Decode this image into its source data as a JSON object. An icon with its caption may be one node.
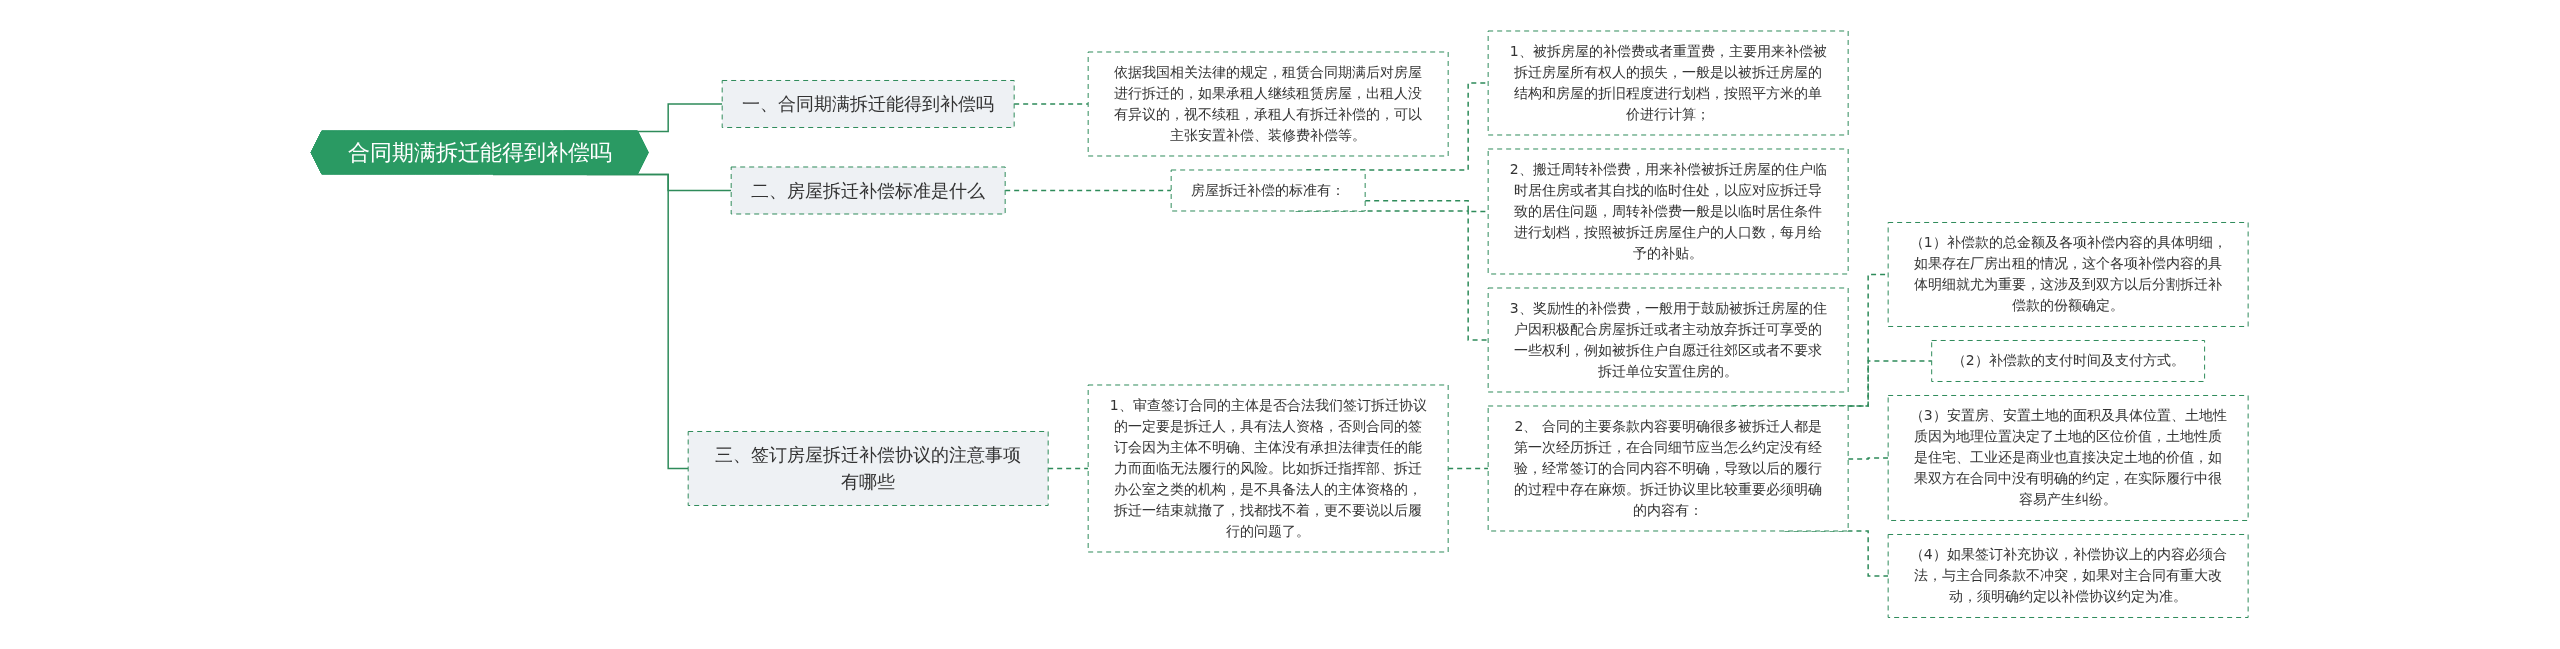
{
  "diagram": {
    "nodes": [
      {
        "text": [
          "合同期满拆迁能得到补偿吗"
        ]
      },
      {
        "text": [
          "一、合同期满拆迁能得到补偿吗"
        ]
      },
      {
        "text": [
          "依据我国相关法律的规定，租赁合同期满后对房屋进行拆迁的，如果承租人继续租赁房屋，出租人没有异议的，视不续租，承租人有拆迁补偿的，可以主张安置补偿、装修费补偿等。"
        ]
      },
      {
        "text": [
          "二、房屋拆迁补偿标准是什么"
        ]
      },
      {
        "text": [
          "房屋拆迁补偿的标准有："
        ]
      },
      {
        "text": [
          "1、被拆房屋的补偿费或者重置费，主要用来补偿被拆迁房屋所有权人的损失，一般是以被拆迁房屋的结构和房屋的折旧程度进行划档，按照平方米的单价进行计算；"
        ]
      },
      {
        "text": [
          "2、搬迁周转补偿费，用来补偿被拆迁房屋的住户临时居住房或者其自找的临时住处，以应对应拆迁导致的居住问题，周转补偿费一般是以临时居住条件进行划档，按照被拆迁房屋住户的人口数，每月给予的补贴。"
        ]
      },
      {
        "text": [
          "3、奖励性的补偿费，一般用于鼓励被拆迁房屋的住户因积极配合房屋拆迁或者主动放弃拆迁可享受的一些权利，例如被拆住户自愿迁往郊区或者不要求拆迁单位安置住房的。"
        ]
      },
      {
        "text": [
          "三、签订房屋拆迁补偿协议的注意事项有哪些"
        ]
      },
      {
        "text": [
          "1、审查签订合同的主体是否合法我们签订拆迁协议的一定要是拆迁人，具有法人资格，否则合同的签订会因为主体不明确、主体没有承担法律责任的能力而面临无法履行的风险。比如拆迁指挥部、拆迁办公室之类的机构，是不具备法人的主体资格的，拆迁一结束就撤了，找都找不着，更不要说以后履行的问题了。"
        ]
      },
      {
        "text": [
          "2、 合同的主要条款内容要明确很多被拆迁人都是第一次经历拆迁，在合同细节应当怎么约定没有经验，经常签订的合同内容不明确，导致以后的履行的过程中存在麻烦。拆迁协议里比较重要必须明确的内容有："
        ]
      },
      {
        "text": [
          "（1）补偿款的总金额及各项补偿内容的具体明细，如果存在厂房出租的情况，这个各项补偿内容的具体明细就尤为重要，这涉及到双方以后分割拆迁补偿款的份额确定。"
        ]
      },
      {
        "text": [
          "（2）补偿款的支付时间及支付方式。"
        ]
      },
      {
        "text": [
          "（3）安置房、安置土地的面积及具体位置、土地性质因为地理位置决定了土地的区位价值，土地性质是住宅、工业还是商业也直接决定土地的价值，如果双方在合同中没有明确的约定，在实际履行中很容易产生纠纷。"
        ]
      },
      {
        "text": [
          "（4）如果签订补充协议，补偿协议上的内容必须合法，与主合同条款不冲突，如果对主合同有重大改动，须明确约定以补偿协议约定为准。"
        ]
      }
    ],
    "edges": [
      {
        "from": 0,
        "to": 1,
        "arrow": "none"
      },
      {
        "from": 1,
        "to": 2,
        "arrow": "none",
        "style": "dashed"
      },
      {
        "from": 0,
        "to": 3,
        "arrow": "none"
      },
      {
        "from": 3,
        "to": 4,
        "arrow": "none",
        "style": "dashed"
      },
      {
        "from": 4,
        "to": 5,
        "arrow": "none",
        "style": "dashed"
      },
      {
        "from": 4,
        "to": 6,
        "arrow": "none",
        "style": "dashed"
      },
      {
        "from": 4,
        "to": 7,
        "arrow": "none",
        "style": "dashed"
      },
      {
        "from": 0,
        "to": 8,
        "arrow": "none"
      },
      {
        "from": 8,
        "to": 9,
        "arrow": "none",
        "style": "dashed"
      },
      {
        "from": 9,
        "to": 10,
        "arrow": "none",
        "style": "dashed"
      },
      {
        "from": 10,
        "to": 11,
        "arrow": "none",
        "style": "dashed"
      },
      {
        "from": 10,
        "to": 12,
        "arrow": "none",
        "style": "dashed"
      },
      {
        "from": 10,
        "to": 13,
        "arrow": "none",
        "style": "dashed"
      },
      {
        "from": 10,
        "to": 14,
        "arrow": "none",
        "style": "dashed"
      }
    ]
  }
}
